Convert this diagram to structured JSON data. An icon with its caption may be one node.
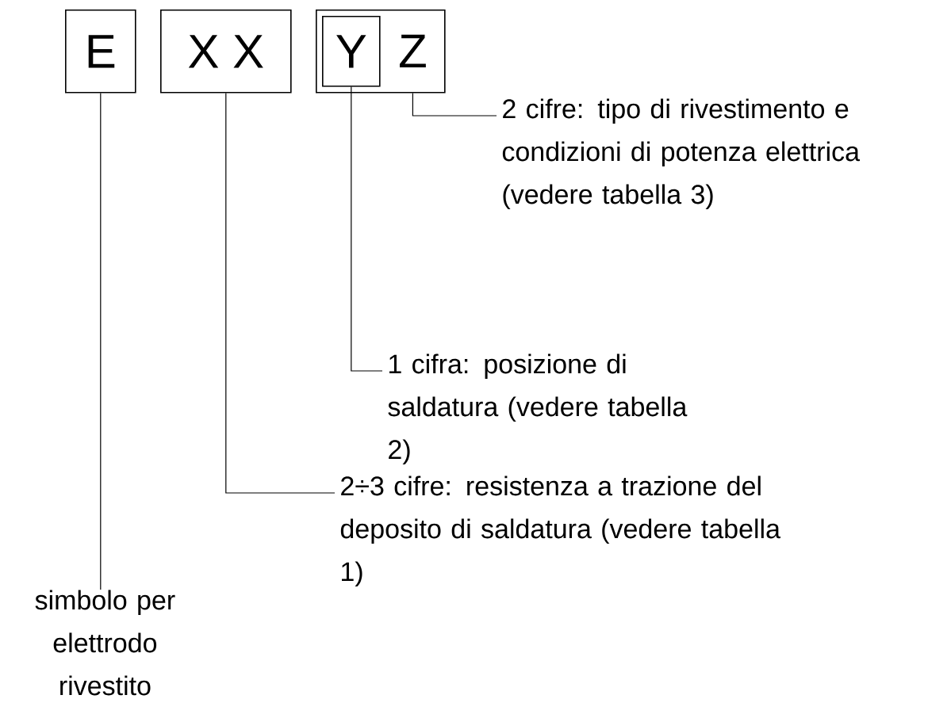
{
  "diagram": {
    "nodes": [
      {
        "text": [
          "E"
        ]
      },
      {
        "text": [
          "X X"
        ]
      },
      {
        "text": [],
        "shape": "box"
      },
      {
        "text": [
          "Y"
        ],
        "in": 2
      },
      {
        "text": [
          "Z"
        ],
        "in": 2
      },
      {
        "text": [
          "simbolo per elettrodo rivestito"
        ]
      },
      {
        "text": [
          "2÷3 cifre: resistenza a trazione del deposito di saldatura (vedere tabella 1)"
        ]
      },
      {
        "text": [
          "1 cifra: posizione di saldatura (vedere tabella 2)"
        ]
      },
      {
        "text": [
          "2 cifre: tipo di rivestimento e condizioni di potenza elettrica (vedere tabella 3)"
        ]
      }
    ],
    "edges": [
      {
        "from": 5,
        "to": 0,
        "arrow": "none"
      },
      {
        "from": 6,
        "to": 1,
        "arrow": "none"
      },
      {
        "from": 7,
        "to": 3,
        "arrow": "none"
      },
      {
        "from": 8,
        "to": 4,
        "arrow": "none"
      }
    ]
  }
}
